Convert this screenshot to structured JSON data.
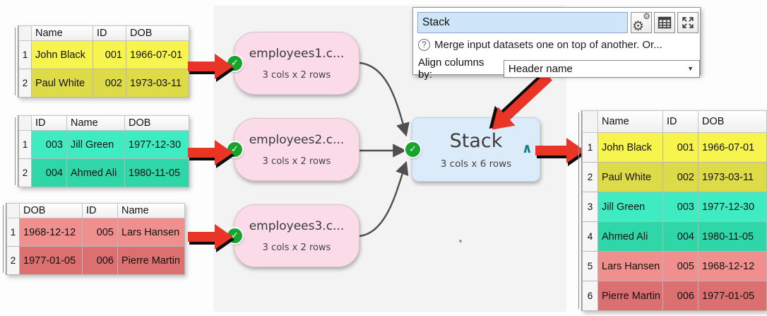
{
  "colors": {
    "yellow_bright": "#f7f44e",
    "yellow_dark": "#dedb49",
    "teal_bright": "#3fecc1",
    "teal_dark": "#2fd6a8",
    "red_bright": "#ef8f8e",
    "red_dark": "#dc6f6f",
    "numcell_gray": "#f6f6f6",
    "node_input_pink": "#fadbe7",
    "node_stack_blue": "#dcebfa",
    "check_green": "#17a42c",
    "arrow_red": "#ea3426",
    "caret_teal": "#15808d",
    "name_field_blue": "#cfe5f8"
  },
  "panel": {
    "name_value": "Stack",
    "help_text": "Merge input datasets one on top of another. Or...",
    "align_label": "Align columns by:",
    "align_value": "Header name",
    "icons": [
      "gear-icon",
      "table-icon",
      "expand-icon",
      "question-icon",
      "dropdown-caret-icon"
    ]
  },
  "nodes": {
    "input1": {
      "title": "employees1.c...",
      "subtitle": "3 cols x 2 rows"
    },
    "input2": {
      "title": "employees2.c...",
      "subtitle": "3 cols x 2 rows"
    },
    "input3": {
      "title": "employees3.c...",
      "subtitle": "3 cols x 2 rows"
    },
    "stack": {
      "title": "Stack",
      "subtitle": "3 cols x 6 rows"
    }
  },
  "tables": {
    "input1": {
      "headers": [
        "Name",
        "ID",
        "DOB"
      ],
      "rows": [
        [
          "1",
          "John Black",
          "001",
          "1966-07-01"
        ],
        [
          "2",
          "Paul White",
          "002",
          "1973-03-11"
        ]
      ]
    },
    "input2": {
      "headers": [
        "ID",
        "Name",
        "DOB"
      ],
      "rows": [
        [
          "1",
          "003",
          "Jill Green",
          "1977-12-30"
        ],
        [
          "2",
          "004",
          "Ahmed Ali",
          "1980-11-05"
        ]
      ]
    },
    "input3": {
      "headers": [
        "DOB",
        "ID",
        "Name"
      ],
      "rows": [
        [
          "1",
          "1968-12-12",
          "005",
          "Lars Hansen"
        ],
        [
          "2",
          "1977-01-05",
          "006",
          "Pierre Martin"
        ]
      ]
    },
    "output": {
      "headers": [
        "Name",
        "ID",
        "DOB"
      ],
      "rows": [
        [
          "1",
          "John Black",
          "001",
          "1966-07-01"
        ],
        [
          "2",
          "Paul White",
          "002",
          "1973-03-11"
        ],
        [
          "3",
          "Jill Green",
          "003",
          "1977-12-30"
        ],
        [
          "4",
          "Ahmed Ali",
          "004",
          "1980-11-05"
        ],
        [
          "5",
          "Lars Hansen",
          "005",
          "1968-12-12"
        ],
        [
          "6",
          "Pierre Martin",
          "006",
          "1977-01-05"
        ]
      ]
    }
  }
}
